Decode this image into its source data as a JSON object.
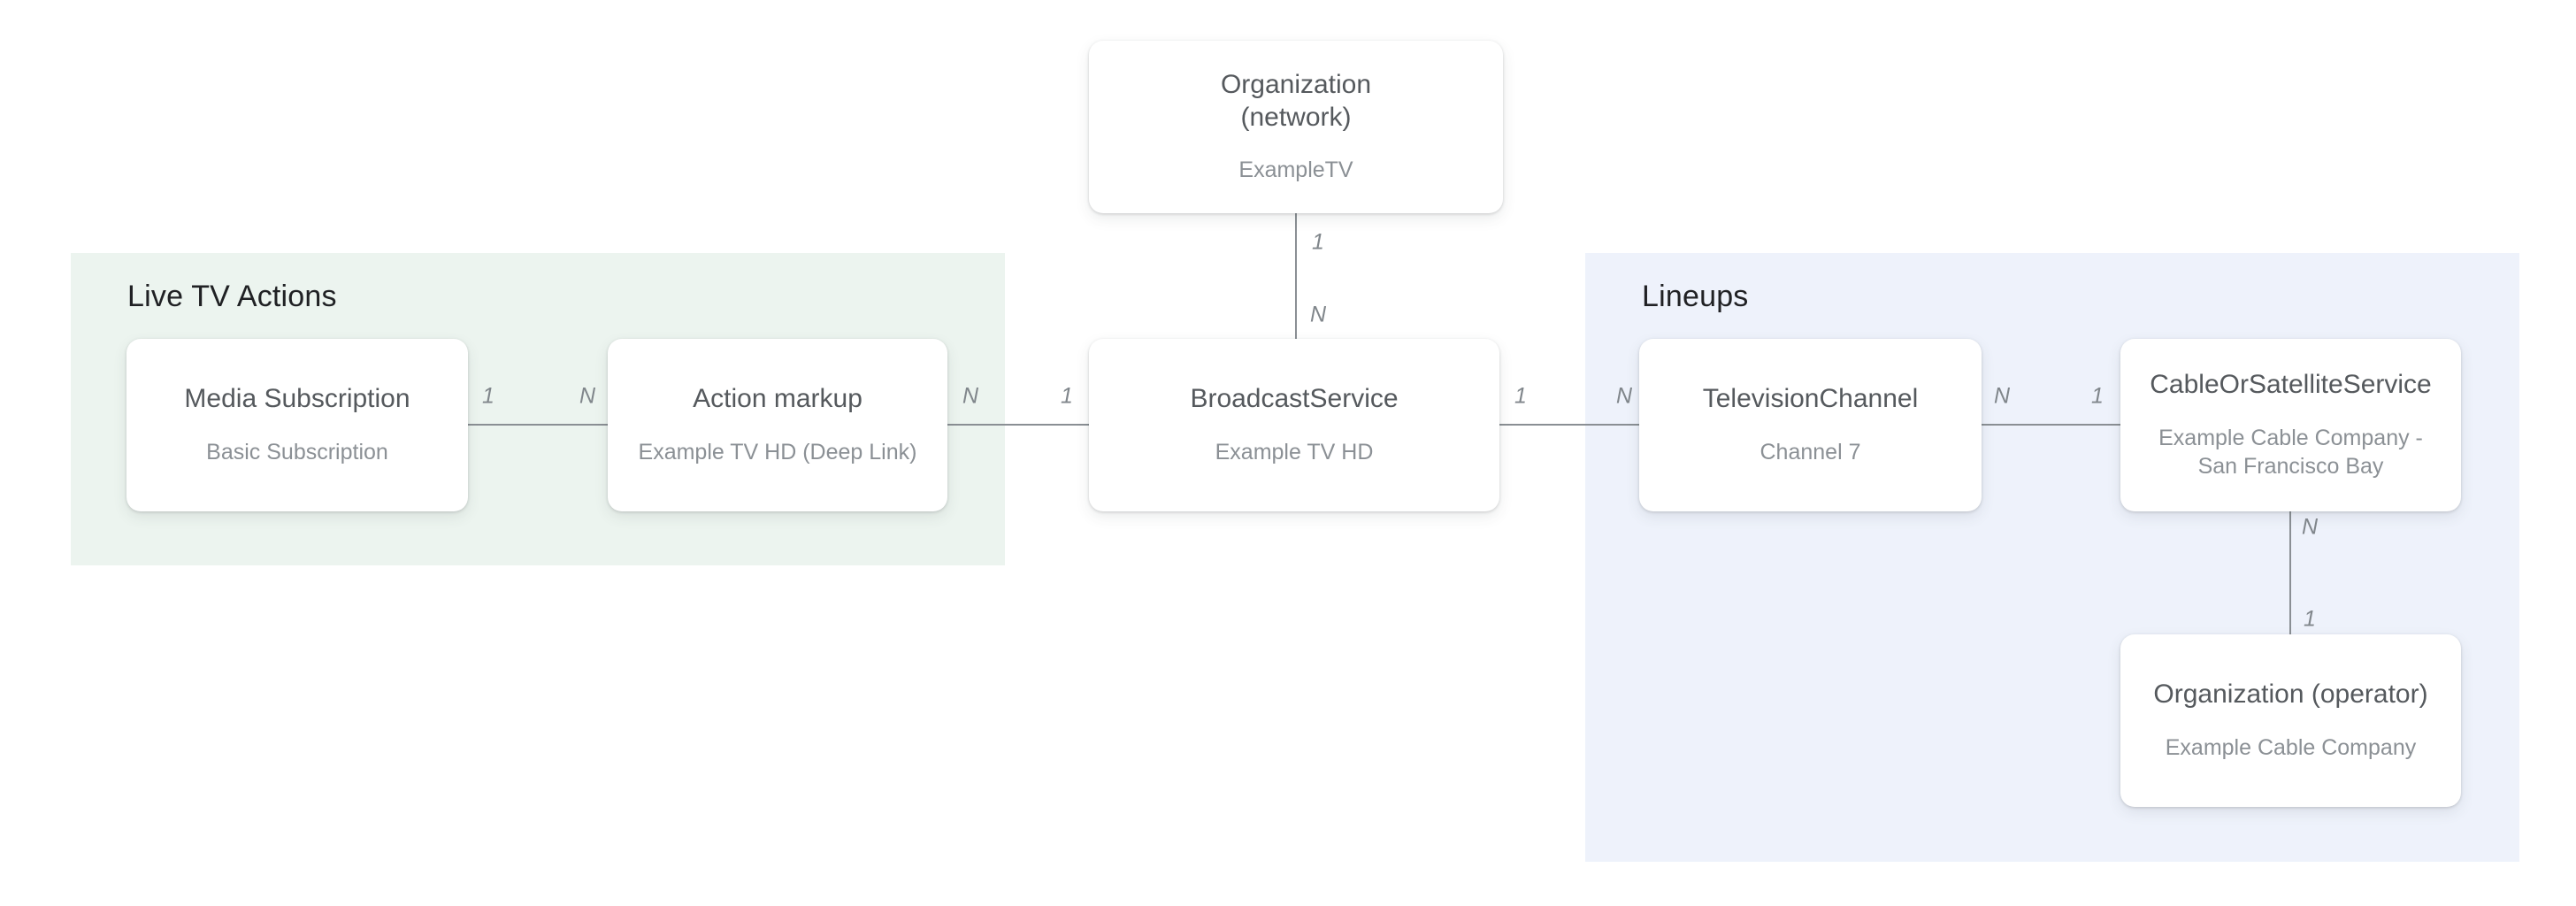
{
  "groups": {
    "live_tv_actions": {
      "label": "Live TV Actions",
      "color": "#ecf4ef"
    },
    "lineups": {
      "label": "Lineups",
      "color": "#eef2fb"
    }
  },
  "nodes": {
    "org_network": {
      "title": "Organization\n(network)",
      "subtitle": "ExampleTV"
    },
    "media_subscription": {
      "title": "Media Subscription",
      "subtitle": "Basic Subscription"
    },
    "action_markup": {
      "title": "Action markup",
      "subtitle": "Example TV HD (Deep Link)"
    },
    "broadcast_service": {
      "title": "BroadcastService",
      "subtitle": "Example TV HD"
    },
    "television_channel": {
      "title": "TelevisionChannel",
      "subtitle": "Channel 7"
    },
    "cable_or_satellite_service": {
      "title": "CableOrSatelliteService",
      "subtitle": "Example Cable Company -\nSan Francisco Bay"
    },
    "org_operator": {
      "title": "Organization (operator)",
      "subtitle": "Example Cable Company"
    }
  },
  "edges": {
    "network_to_broadcast": {
      "start": "1",
      "end": "N"
    },
    "media_to_action": {
      "start": "1",
      "end": "N"
    },
    "action_to_broadcast": {
      "start": "N",
      "end": "1"
    },
    "broadcast_to_tv": {
      "start": "1",
      "end": "N"
    },
    "tv_to_cable": {
      "start": "N",
      "end": "1"
    },
    "cable_to_operator": {
      "start": "N",
      "end": "1"
    }
  },
  "colors": {
    "page_background": "#ffffff",
    "node_background": "#ffffff",
    "live_tv_actions_region": "#ecf4ef",
    "lineups_region": "#eef2fb",
    "connector_line": "#8a8f94",
    "node_title_text": "#55595d",
    "node_subtitle_text": "#8b9095",
    "group_label_text": "#202124",
    "cardinality_text": "#80868b"
  }
}
